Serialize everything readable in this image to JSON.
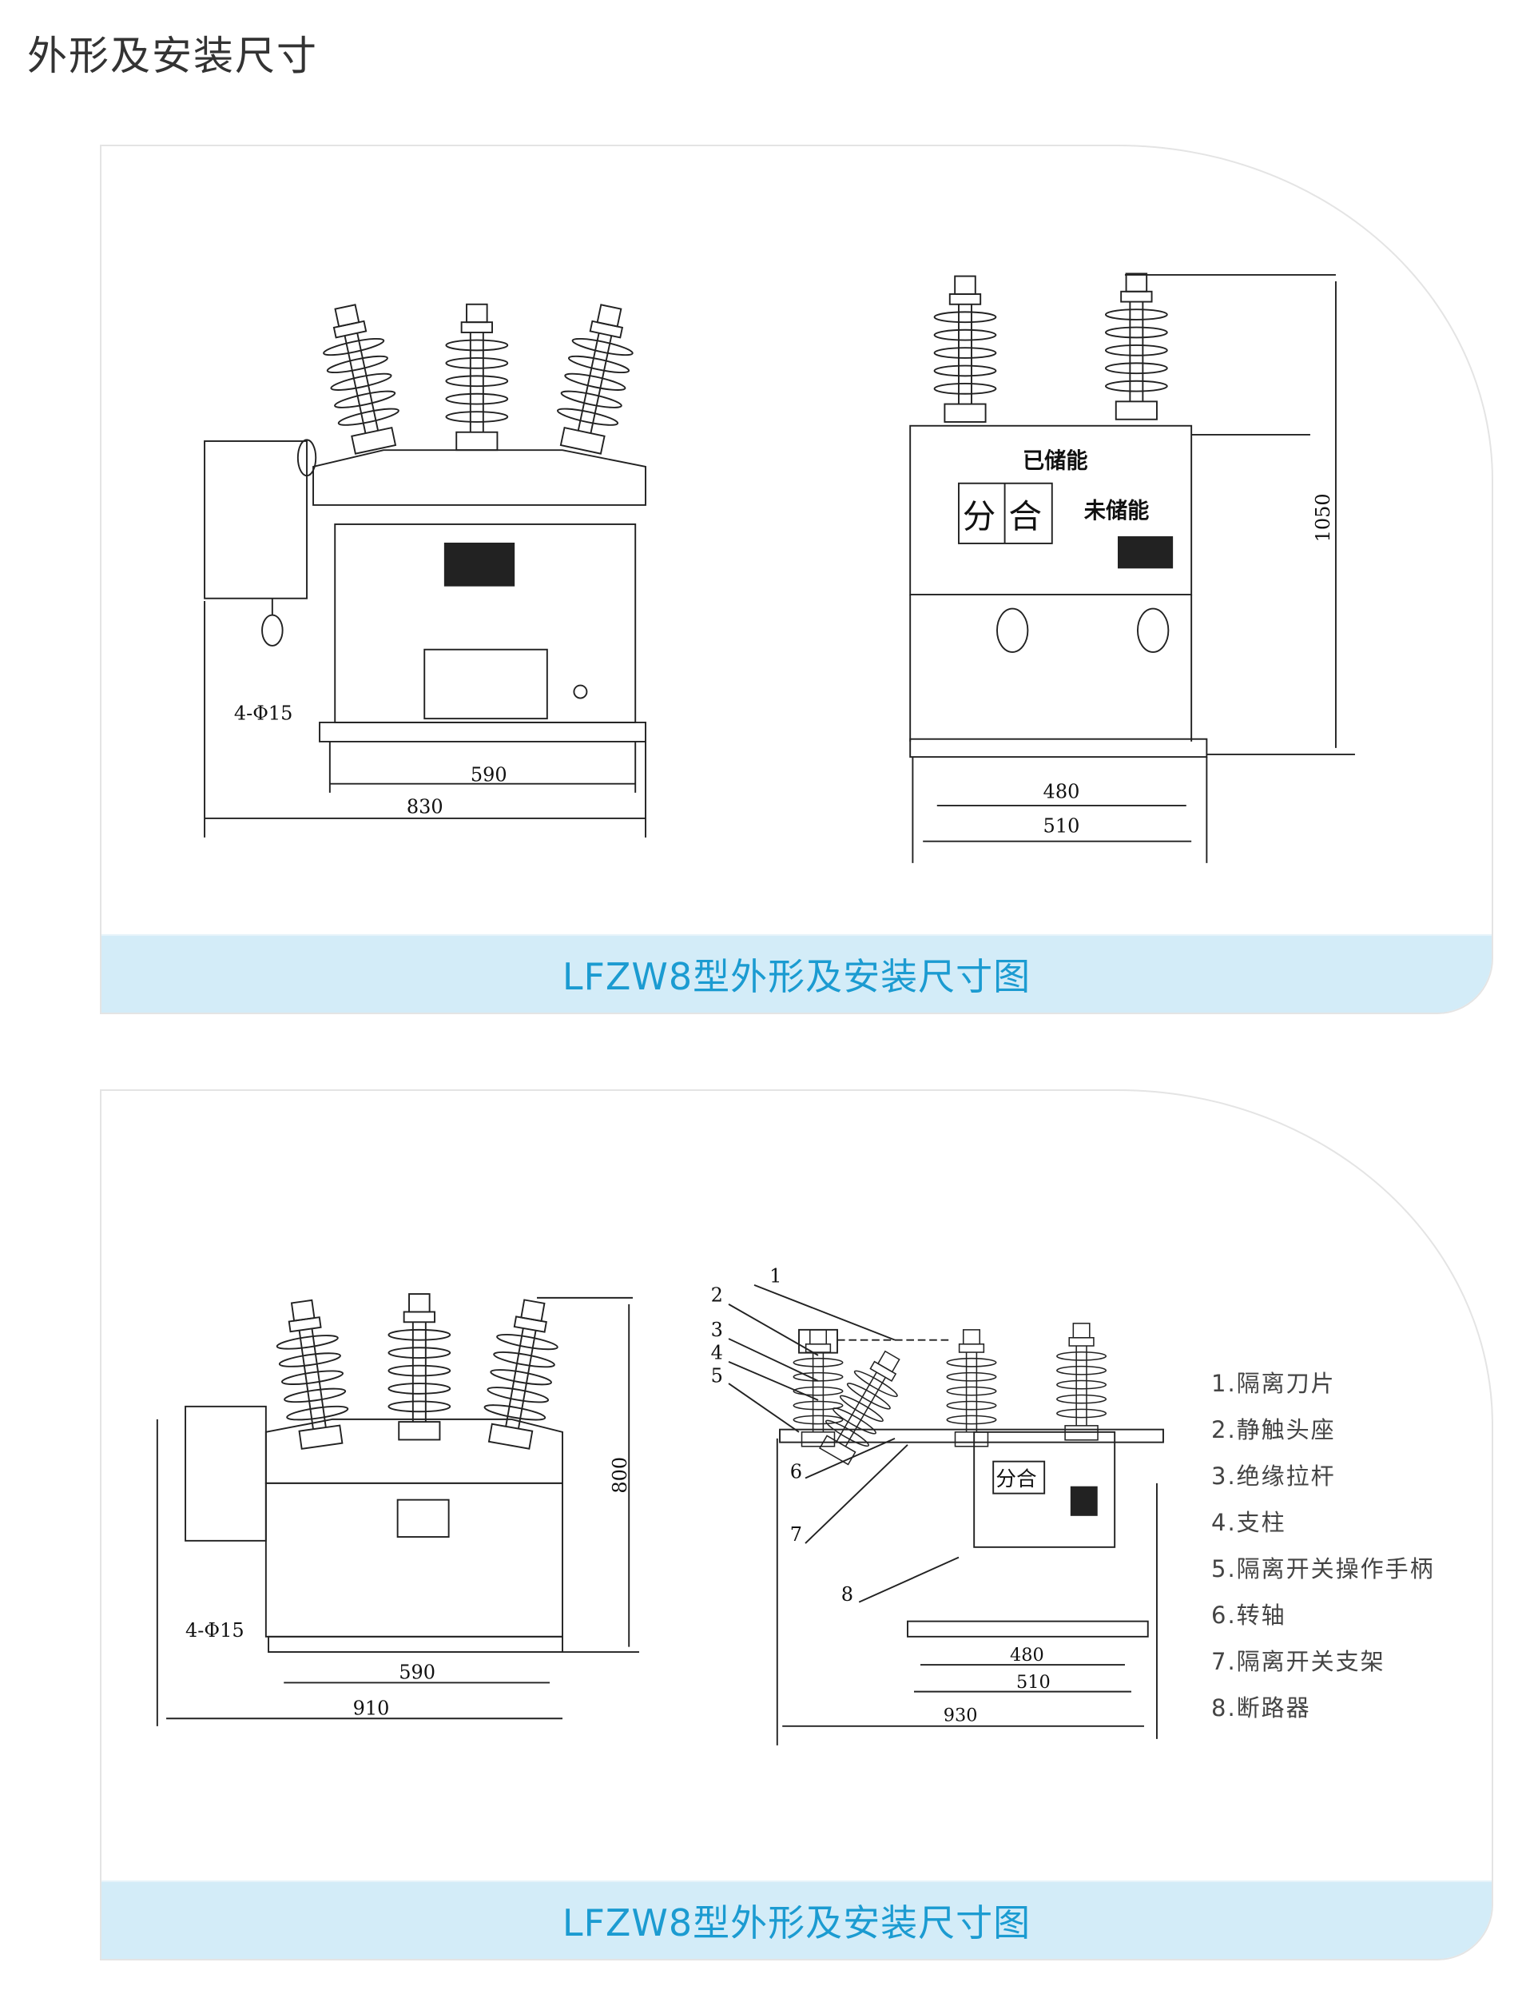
{
  "page_title": "外形及安装尺寸",
  "figures": [
    {
      "caption": "LFZW8型外形及安装尺寸图",
      "front_view": {
        "hole_label": "4-Φ15",
        "dim_inner": "590",
        "dim_outer": "830"
      },
      "side_view": {
        "label_charged": "已储能",
        "label_uncharged": "未储能",
        "indicator_open": "分",
        "indicator_close": "合",
        "dim_height": "1050",
        "dim_inner": "480",
        "dim_outer": "510"
      }
    },
    {
      "caption": "LFZW8型外形及安装尺寸图",
      "front_view": {
        "hole_label": "4-Φ15",
        "dim_inner": "590",
        "dim_outer": "910",
        "dim_height": "800"
      },
      "side_view": {
        "indicator": "分合",
        "dim_inner": "480",
        "dim_mid": "510",
        "dim_outer": "930",
        "callouts": [
          "1",
          "2",
          "3",
          "4",
          "5",
          "6",
          "7",
          "8"
        ]
      },
      "legend": [
        "1.隔离刀片",
        "2.静触头座",
        "3.绝缘拉杆",
        "4.支柱",
        "5.隔离开关操作手柄",
        "6.转轴",
        "7.隔离开关支架",
        "8.断路器"
      ]
    }
  ]
}
